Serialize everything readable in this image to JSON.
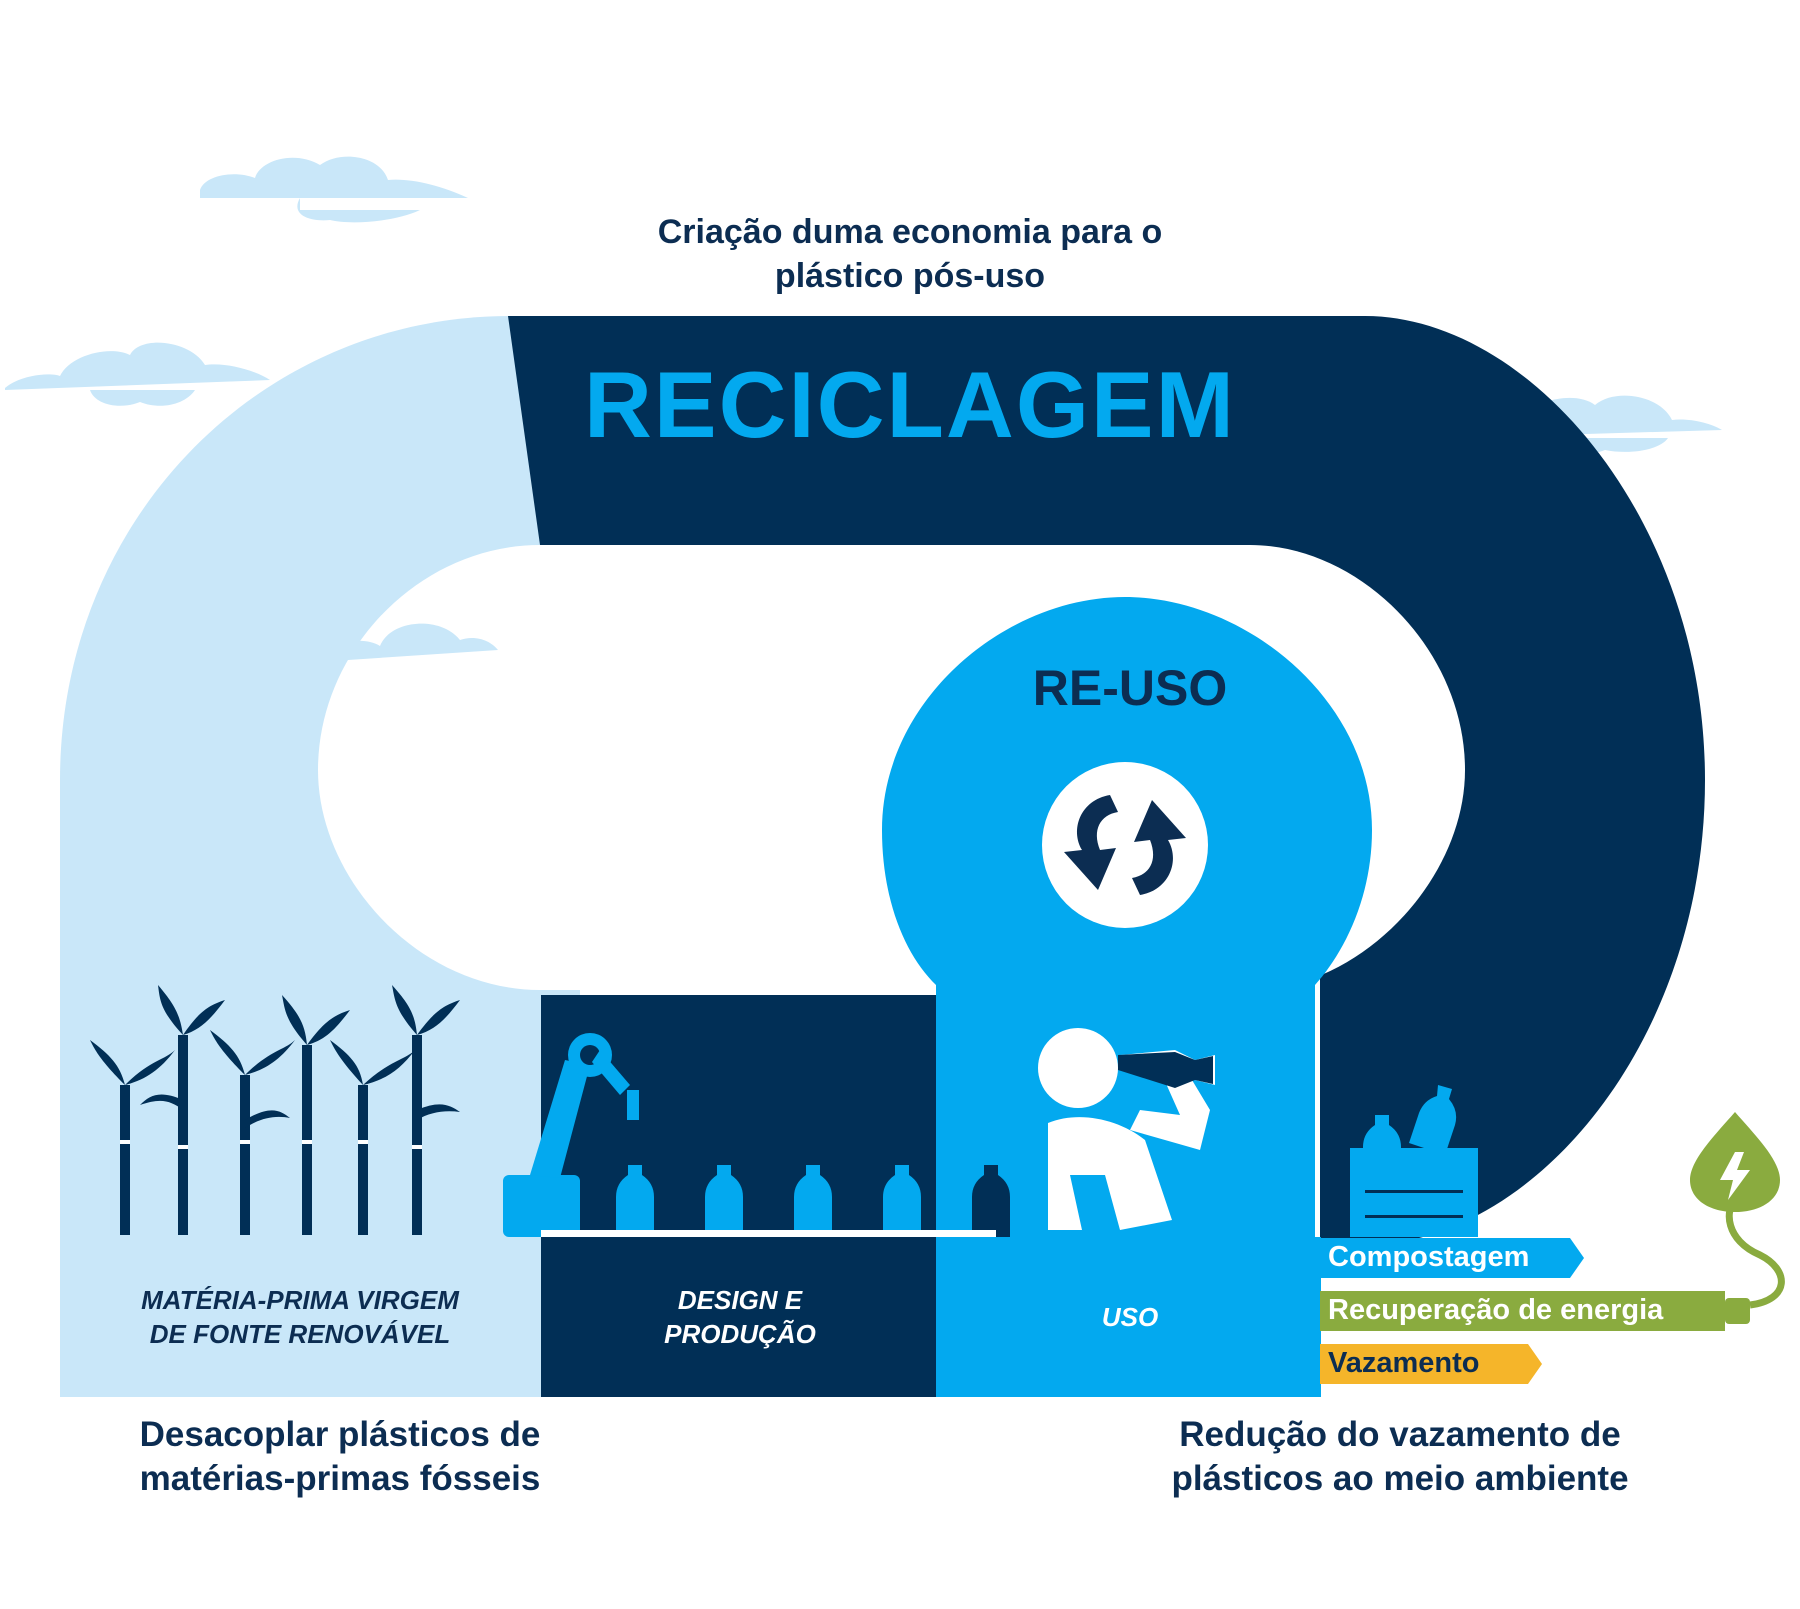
{
  "header": {
    "line1": "Criação duma economia para o",
    "line2": "plástico pós-uso"
  },
  "loop": {
    "recycling": "RECICLAGEM",
    "reuse": "RE-USO"
  },
  "stages": {
    "raw_line1": "MATÉRIA-PRIMA VIRGEM",
    "raw_line2": "DE FONTE RENOVÁVEL",
    "design_line1": "DESIGN E",
    "design_line2": "PRODUÇÃO",
    "use": "USO"
  },
  "outputs": {
    "compost": "Compostagem",
    "energy": "Recuperação de energia",
    "leak": "Vazamento"
  },
  "footer": {
    "left_line1": "Desacoplar plásticos de",
    "left_line2": "matérias-primas fósseis",
    "right_line1": "Redução do vazamento de",
    "right_line2": "plásticos ao meio ambiente"
  },
  "colors": {
    "navy": "#0c2d52",
    "dark_panel": "#012f56",
    "bright_blue": "#03a9ef",
    "light_blue": "#c9e7f9",
    "green": "#8aab3f",
    "yellow": "#f5b52a",
    "white": "#ffffff"
  },
  "icons": [
    "cloud-icon",
    "recycle-arrows-icon",
    "sugarcane-icon",
    "robot-arm-icon",
    "bottle-icon",
    "person-drinking-icon",
    "crate-icon",
    "energy-drop-icon",
    "plug-icon"
  ]
}
